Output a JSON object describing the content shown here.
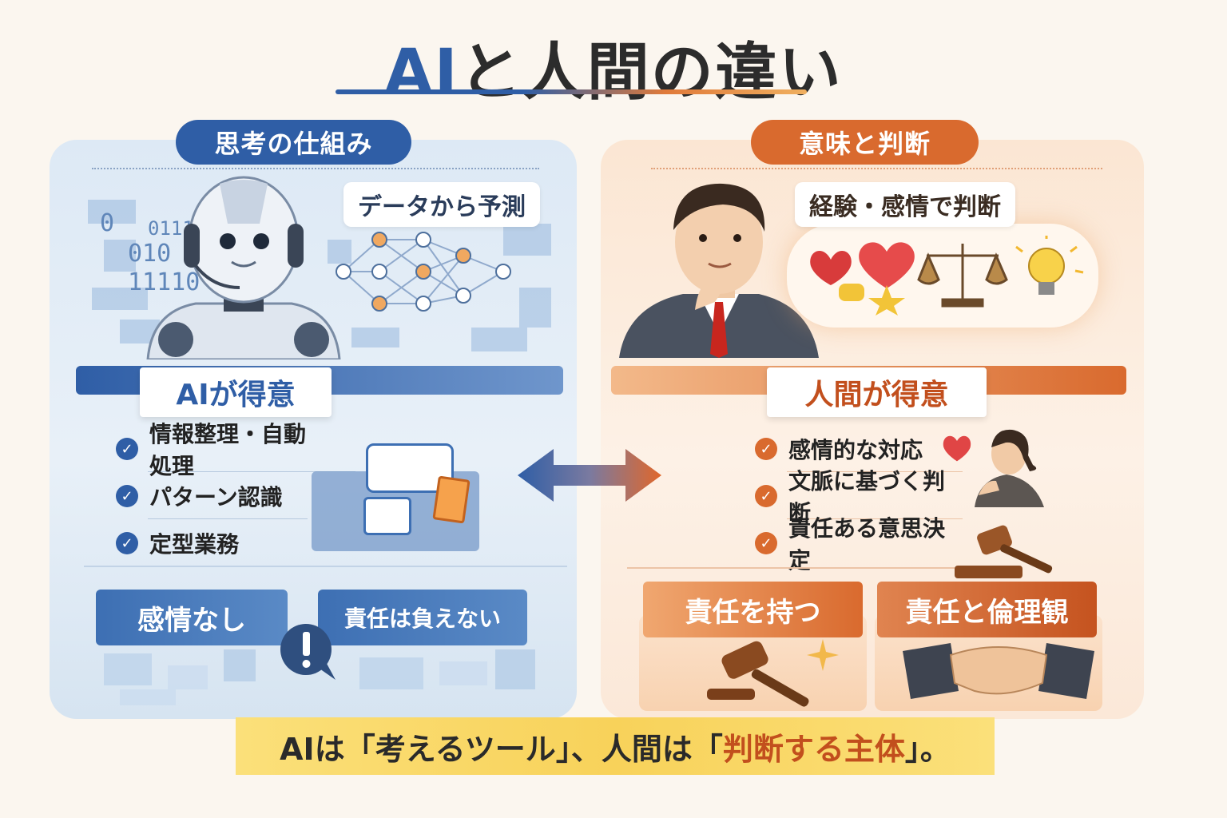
{
  "title": {
    "ai": "AI",
    "rest": "と人間の違い"
  },
  "left": {
    "header": "思考の仕組み",
    "speech": "データから予測",
    "binary": [
      "0",
      "0111",
      "010",
      "11110"
    ],
    "strength_title": "AIが得意",
    "strengths": [
      "情報整理・自動処理",
      "パターン認識",
      "定型業務"
    ],
    "limit_1": "感情なし",
    "limit_2": "責任は負えない"
  },
  "right": {
    "header": "意味と判断",
    "speech": "経験・感情で判断",
    "strength_title": "人間が得意",
    "strengths": [
      "感情的な対応",
      "文脈に基づく判断",
      "責任ある意思決定"
    ],
    "trait_1": "責任を持つ",
    "trait_2": "責任と倫理観"
  },
  "summary": {
    "p1": "AIは「",
    "p2": "考えるツール",
    "p3": "」、人間は「",
    "p4": "判断する主体",
    "p5": "」。"
  },
  "colors": {
    "ai": "#2f5ea6",
    "human": "#d96a2e",
    "summary_bg": "#f8d25a"
  },
  "icons": [
    "robot-icon",
    "neural-network-icon",
    "businessman-icon",
    "heart-icon",
    "scale-icon",
    "lightbulb-icon",
    "star-icon",
    "document-icon",
    "woman-icon",
    "gavel-icon",
    "exclamation-icon",
    "handshake-icon",
    "sparkle-icon",
    "two-way-arrow-icon"
  ]
}
